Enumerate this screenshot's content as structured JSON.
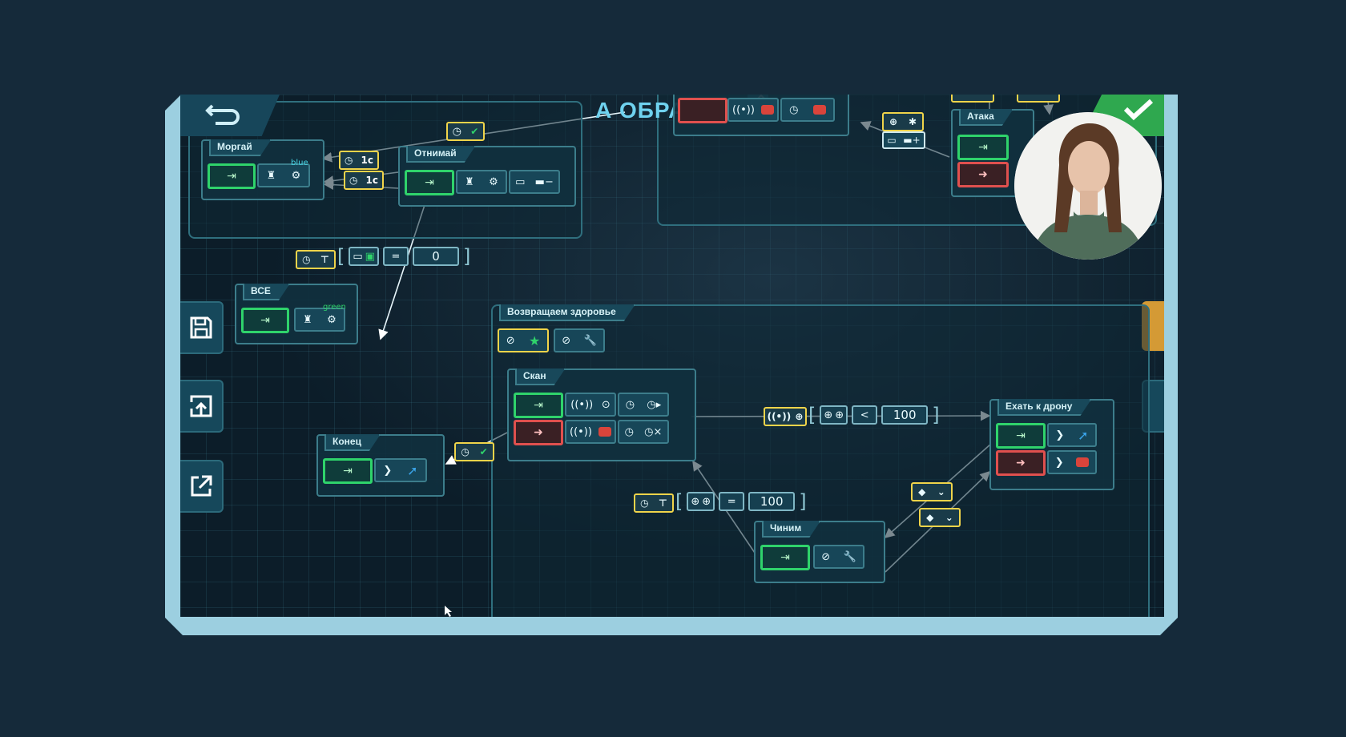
{
  "header": {
    "title": "А ОБРАЗЦЫ"
  },
  "nodes": {
    "blink": {
      "title": "Моргай",
      "light_color": "blue"
    },
    "take": {
      "title": "Отнимай"
    },
    "all": {
      "title": "ВСЕ",
      "light_color": "green"
    },
    "end": {
      "title": "Конец"
    },
    "attack": {
      "title": "Атака"
    },
    "scan": {
      "title": "Скан"
    },
    "ride": {
      "title": "Ехать к дрону"
    },
    "repair": {
      "title": "Чиним"
    }
  },
  "groups": {
    "restore": {
      "title": "Возвращаем здоровье"
    }
  },
  "timers": {
    "t1": "1с",
    "t2": "1с"
  },
  "conditions": {
    "energy": {
      "op": "=",
      "value": "0"
    },
    "distance": {
      "op": "<",
      "value": "100"
    },
    "health": {
      "op": "=",
      "value": "100"
    }
  },
  "colors": {
    "background": "#152a3a",
    "frame": "#9ccfe0",
    "node_border": "#3c7d8b",
    "enter_slot": "#2fd36b",
    "exit_slot": "#e0504e",
    "trigger_tag": "#f0d44a",
    "confirm": "#2fa84f"
  },
  "icons": {
    "back": "back-arrow-icon",
    "confirm": "checkmark-icon",
    "save": "save-icon",
    "upload": "upload-icon",
    "share": "share-icon",
    "edit": "pencil-icon"
  }
}
